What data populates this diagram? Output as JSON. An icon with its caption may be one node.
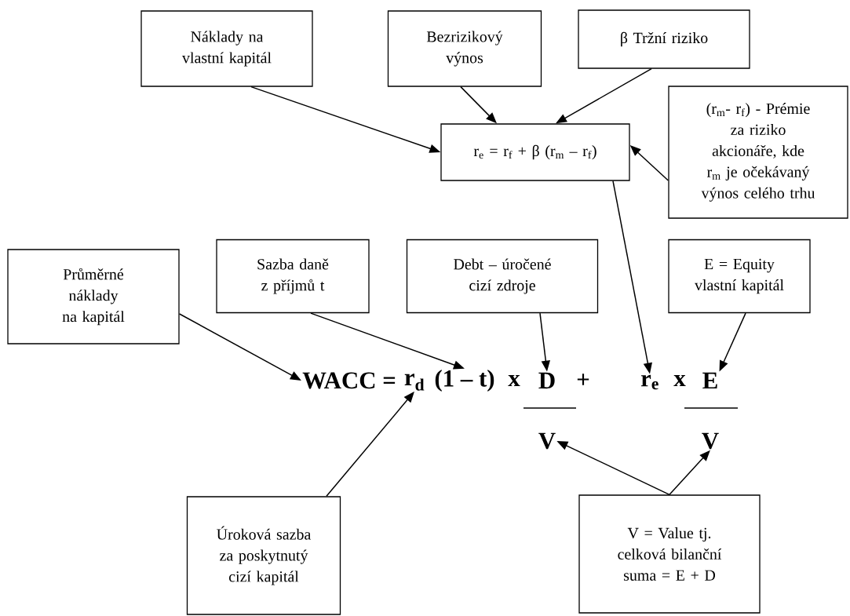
{
  "diagram": {
    "nodes": [
      {
        "text": [
          "Náklady na vlastní kapitál"
        ]
      },
      {
        "text": [
          "Bezrizikový výnos"
        ]
      },
      {
        "text": [
          "β Tržní riziko"
        ]
      },
      {
        "text": [
          "r$_{e}$ = r$_{f}$ + β (r$_{m}$ – r$_{f}$)"
        ]
      },
      {
        "text": [
          "(r$_{m}$- r$_{f}$) - Prémie za riziko akcionáře, kde r$_{m}$ je očekávaný výnos celého trhu"
        ]
      },
      {
        "text": [
          "Sazba daně z příjmů t"
        ]
      },
      {
        "text": [
          "Debt – úročené cizí zdroje"
        ]
      },
      {
        "text": [
          "E = Equity vlastní kapitál"
        ]
      },
      {
        "text": [
          "Průměrné náklady na kapitál"
        ]
      },
      {
        "text": [
          "WACC ="
        ]
      },
      {
        "text": [
          "r$_{d}$"
        ]
      },
      {
        "text": [
          "(1 – t)"
        ]
      },
      {
        "text": [
          "D"
        ]
      },
      {
        "text": [
          "V"
        ]
      },
      {
        "text": [
          "r$_{e}$"
        ]
      },
      {
        "text": [
          "E"
        ]
      },
      {
        "text": [
          "V"
        ]
      },
      {
        "text": [
          "Úroková sazba za poskytnutý cizí kapitál"
        ]
      },
      {
        "text": [
          "V = Value tj. celková bilanční suma = E + D"
        ]
      }
    ],
    "edges": [
      {
        "from": 0,
        "to": 3,
        "arrow": "to"
      },
      {
        "from": 1,
        "to": 3,
        "arrow": "to"
      },
      {
        "from": 2,
        "to": 3,
        "arrow": "to"
      },
      {
        "from": 4,
        "to": 3,
        "arrow": "to"
      },
      {
        "from": 3,
        "to": 14,
        "arrow": "to"
      },
      {
        "from": 5,
        "to": 11,
        "arrow": "to"
      },
      {
        "from": 6,
        "to": 12,
        "arrow": "to"
      },
      {
        "from": 7,
        "to": 15,
        "arrow": "to"
      },
      {
        "from": 8,
        "to": 9,
        "arrow": "to"
      },
      {
        "from": 17,
        "to": 10,
        "arrow": "to"
      },
      {
        "from": 18,
        "to": 13,
        "arrow": "to"
      },
      {
        "from": 18,
        "to": 16,
        "arrow": "to"
      }
    ],
    "labels": [
      "x",
      "+",
      "x"
    ]
  }
}
